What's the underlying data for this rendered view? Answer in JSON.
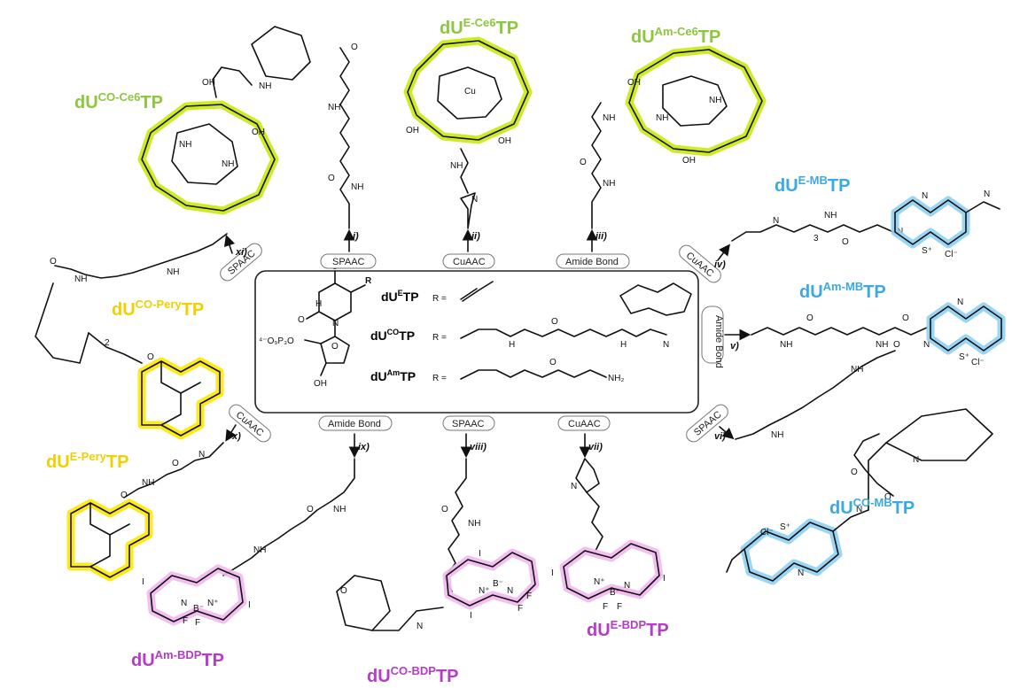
{
  "center": {
    "compounds": [
      {
        "name": "dU",
        "sup": "E",
        "suffix": "TP"
      },
      {
        "name": "dU",
        "sup": "CO",
        "suffix": "TP"
      },
      {
        "name": "dU",
        "sup": "Am",
        "suffix": "TP"
      }
    ],
    "r_equals": "R =",
    "r_atom": "R",
    "phosphate": "⁴⁻O₉P₃O",
    "oh": "OH",
    "o": "O",
    "n": "N",
    "h": "H",
    "nh2": "NH₂"
  },
  "reactions": {
    "spaac": "SPAAC",
    "cuaac": "CuAAC",
    "amide": "Amide Bond",
    "bond": "Bond",
    "amide_word": "Amide"
  },
  "steps": [
    "i)",
    "ii)",
    "iii)",
    "iv)",
    "v)",
    "vi)",
    "vii)",
    "viii)",
    "ix)",
    "x)",
    "xi)"
  ],
  "products": [
    {
      "base": "dU",
      "sup": "CO-Ce6",
      "suffix": "TP",
      "color": "#8dc63f"
    },
    {
      "base": "dU",
      "sup": "E-Ce6",
      "suffix": "TP",
      "color": "#8dc63f"
    },
    {
      "base": "dU",
      "sup": "Am-Ce6",
      "suffix": "TP",
      "color": "#8dc63f"
    },
    {
      "base": "dU",
      "sup": "E-MB",
      "suffix": "TP",
      "color": "#3ca9e2"
    },
    {
      "base": "dU",
      "sup": "Am-MB",
      "suffix": "TP",
      "color": "#3ca9e2"
    },
    {
      "base": "dU",
      "sup": "CO-MB",
      "suffix": "TP",
      "color": "#3ca9e2"
    },
    {
      "base": "dU",
      "sup": "E-BDP",
      "suffix": "TP",
      "color": "#b43cc8"
    },
    {
      "base": "dU",
      "sup": "CO-BDP",
      "suffix": "TP",
      "color": "#b43cc8"
    },
    {
      "base": "dU",
      "sup": "Am-BDP",
      "suffix": "TP",
      "color": "#b43cc8"
    },
    {
      "base": "dU",
      "sup": "E-Pery",
      "suffix": "TP",
      "color": "#f0d000"
    },
    {
      "base": "dU",
      "sup": "CO-Pery",
      "suffix": "TP",
      "color": "#f0d000"
    }
  ],
  "atoms": {
    "oh": "OH",
    "o": "O",
    "nh": "NH",
    "n": "N",
    "h": "H",
    "cu": "Cu",
    "s_plus": "S⁺",
    "cl_minus": "Cl⁻",
    "b_minus": "B⁻",
    "f": "F",
    "i": "I",
    "n_plus": "N⁺",
    "three": "3",
    "two": "2"
  }
}
